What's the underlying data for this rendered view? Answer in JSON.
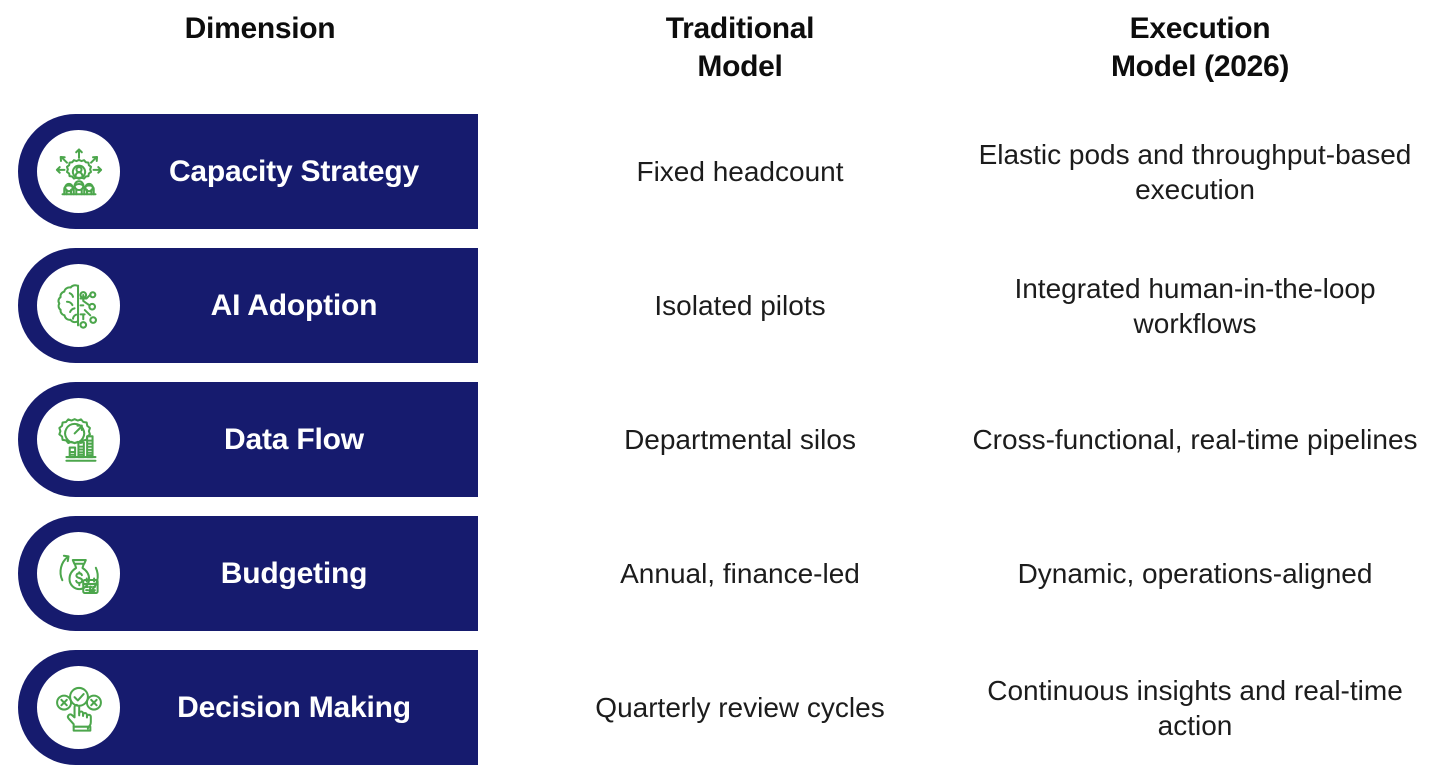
{
  "colors": {
    "pill_navy": "#161B6E",
    "icon_green": "#4CA64C",
    "badge_white": "#FFFFFF",
    "text_dark": "#1C1C1C",
    "background": "#FFFFFF"
  },
  "headers": [
    {
      "label": "Dimension"
    },
    {
      "label": "Traditional\nModel"
    },
    {
      "label": "Execution\nModel (2026)"
    }
  ],
  "header_lines": {
    "h0_line1": "Dimension",
    "h1_line1": "Traditional",
    "h1_line2": "Model",
    "h2_line1": "Execution",
    "h2_line2": "Model (2026)"
  },
  "rows": [
    {
      "icon": "capacity-strategy-icon",
      "dimension": "Capacity Strategy",
      "traditional": "Fixed headcount",
      "execution": "Elastic pods and throughput-based execution"
    },
    {
      "icon": "ai-brain-circuit-icon",
      "dimension": "AI Adoption",
      "traditional": "Isolated pilots",
      "execution": "Integrated human-in-the-loop workflows"
    },
    {
      "icon": "gear-bar-chart-icon",
      "dimension": "Data Flow",
      "traditional": "Departmental silos",
      "execution": "Cross-functional, real-time pipelines"
    },
    {
      "icon": "money-bag-calendar-cycle-icon",
      "dimension": "Budgeting",
      "traditional": "Annual, finance-led",
      "execution": "Dynamic, operations-aligned"
    },
    {
      "icon": "hand-choice-check-icon",
      "dimension": "Decision Making",
      "traditional": "Quarterly review cycles",
      "execution": "Continuous insights and real-time action"
    }
  ]
}
